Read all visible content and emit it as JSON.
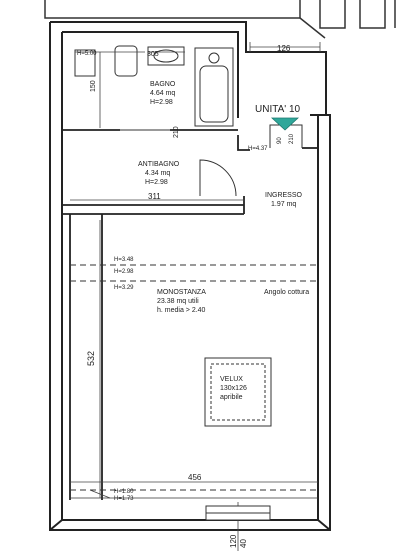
{
  "unit_label": "UNITA' 10",
  "rooms": {
    "bagno": {
      "name": "BAGNO",
      "area": "4.64 mq",
      "height": "H=2.98"
    },
    "antibagno": {
      "name": "ANTIBAGNO",
      "area": "4.34 mq",
      "height": "H=2.98"
    },
    "ingresso": {
      "name": "INGRESSO",
      "area": "1.97 mq"
    },
    "monostanza": {
      "name": "MONOSTANZA",
      "area": "23.38 mq utili",
      "note": "h. media > 2.40"
    },
    "kitchen": {
      "name": "Angolo cottura"
    }
  },
  "velux": {
    "name": "VELUX",
    "size": "130x126",
    "note": "apribile"
  },
  "heights": {
    "bagno_left": "H=5.00",
    "ingresso_door": "H=4.37",
    "mono_1": "H=3.48",
    "mono_2": "H=2.98",
    "mono_3": "H=3.29",
    "bottom_1": "H=1.80",
    "bottom_2": "H=1.73"
  },
  "dimensions": {
    "top_bagno": "305",
    "top_ingresso": "126",
    "bagno_depth": "150",
    "door_bagno": "210",
    "door_ingresso_a": "90",
    "door_ingresso_b": "210",
    "antibagno_width": "311",
    "mono_depth": "532",
    "mono_width": "456",
    "window_a": "120",
    "window_b": "40"
  },
  "colors": {
    "wall": "#222222",
    "line": "#333333",
    "arrow": "#2fa79a"
  }
}
